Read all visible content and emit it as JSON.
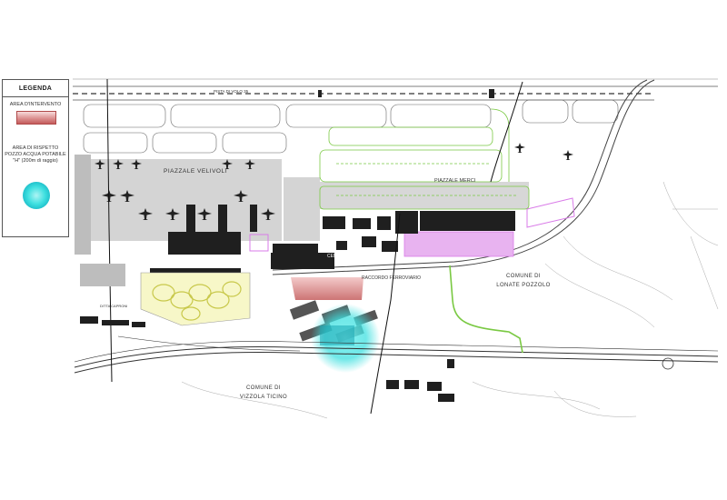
{
  "legend": {
    "title": "LEGENDA",
    "items": [
      {
        "label": "AREA D'INTERVENTO",
        "color": "#c45c5c"
      },
      {
        "label": "AREA DI RISPETTO POZZO ACQUA POTABILE \"H\" (200m di raggio)",
        "color": "#3fe0e0"
      }
    ]
  },
  "labels": {
    "runway": "PISTA DI VOLO 35",
    "piazzale_velivoli": "PIAZZALE VELIVOLI",
    "piazzale_merci": "PIAZZALE MERCI",
    "centrale_tecnologica": "CENTRALE TECNOLOGICA",
    "raccordo_ferroviario": "RACCORDO FERROVIARIO",
    "comune_lonate_1": "COMUNE DI",
    "comune_lonate_2": "LONATE POZZOLO",
    "comune_vizzola_1": "COMUNE DI",
    "comune_vizzola_2": "VIZZOLA TICINO",
    "caproni": "DITTA CAPRONI"
  },
  "colors": {
    "intervention_area": "#c45c5c",
    "well_buffer": "#3fe0e0",
    "cargo_zone": "#7ac943",
    "logistics_zone": "#d97be8",
    "parking_zone": "#e6e67a",
    "access_road": "#7ac943",
    "linework": "#333333"
  }
}
